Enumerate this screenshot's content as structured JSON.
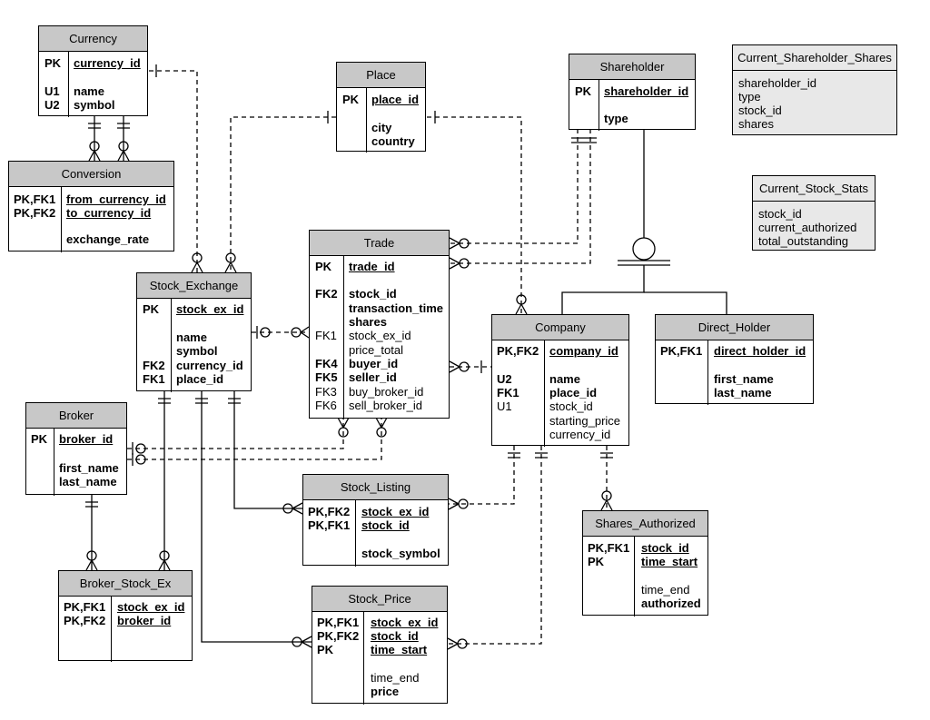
{
  "entities": {
    "currency": {
      "title": "Currency",
      "rows": [
        {
          "key": "PK",
          "name": "currency_id"
        },
        {
          "key": "U1",
          "name": "name"
        },
        {
          "key": "U2",
          "name": "symbol"
        }
      ]
    },
    "conversion": {
      "title": "Conversion",
      "rows": [
        {
          "key": "PK,FK1",
          "name": "from_currency_id"
        },
        {
          "key": "PK,FK2",
          "name": "to_currency_id"
        },
        {
          "key": "",
          "name": "exchange_rate"
        }
      ]
    },
    "place": {
      "title": "Place",
      "rows": [
        {
          "key": "PK",
          "name": "place_id"
        },
        {
          "key": "",
          "name": "city"
        },
        {
          "key": "",
          "name": "country"
        }
      ]
    },
    "shareholder": {
      "title": "Shareholder",
      "rows": [
        {
          "key": "PK",
          "name": "shareholder_id"
        },
        {
          "key": "",
          "name": "type"
        }
      ]
    },
    "trade": {
      "title": "Trade",
      "rows": [
        {
          "key": "PK",
          "name": "trade_id"
        },
        {
          "key": "FK2",
          "name": "stock_id"
        },
        {
          "key": "",
          "name": "transaction_time"
        },
        {
          "key": "",
          "name": "shares"
        },
        {
          "key": "FK1",
          "name": "stock_ex_id"
        },
        {
          "key": "",
          "name": "price_total"
        },
        {
          "key": "FK4",
          "name": "buyer_id"
        },
        {
          "key": "FK5",
          "name": "seller_id"
        },
        {
          "key": "FK3",
          "name": "buy_broker_id"
        },
        {
          "key": "FK6",
          "name": "sell_broker_id"
        }
      ]
    },
    "stock_exchange": {
      "title": "Stock_Exchange",
      "rows": [
        {
          "key": "PK",
          "name": "stock_ex_id"
        },
        {
          "key": "",
          "name": "name"
        },
        {
          "key": "",
          "name": "symbol"
        },
        {
          "key": "FK2",
          "name": "currency_id"
        },
        {
          "key": "FK1",
          "name": "place_id"
        }
      ]
    },
    "company": {
      "title": "Company",
      "rows": [
        {
          "key": "PK,FK2",
          "name": "company_id"
        },
        {
          "key": "U2",
          "name": "name"
        },
        {
          "key": "FK1",
          "name": "place_id"
        },
        {
          "key": "U1",
          "name": "stock_id"
        },
        {
          "key": "",
          "name": "starting_price"
        },
        {
          "key": "",
          "name": "currency_id"
        }
      ]
    },
    "direct_holder": {
      "title": "Direct_Holder",
      "rows": [
        {
          "key": "PK,FK1",
          "name": "direct_holder_id"
        },
        {
          "key": "",
          "name": "first_name"
        },
        {
          "key": "",
          "name": "last_name"
        }
      ]
    },
    "broker": {
      "title": "Broker",
      "rows": [
        {
          "key": "PK",
          "name": "broker_id"
        },
        {
          "key": "",
          "name": "first_name"
        },
        {
          "key": "",
          "name": "last_name"
        }
      ]
    },
    "stock_listing": {
      "title": "Stock_Listing",
      "rows": [
        {
          "key": "PK,FK2",
          "name": "stock_ex_id"
        },
        {
          "key": "PK,FK1",
          "name": "stock_id"
        },
        {
          "key": "",
          "name": "stock_symbol"
        }
      ]
    },
    "shares_authorized": {
      "title": "Shares_Authorized",
      "rows": [
        {
          "key": "PK,FK1",
          "name": "stock_id"
        },
        {
          "key": "PK",
          "name": "time_start"
        },
        {
          "key": "",
          "name": "time_end"
        },
        {
          "key": "",
          "name": "authorized"
        }
      ]
    },
    "broker_stock_ex": {
      "title": "Broker_Stock_Ex",
      "rows": [
        {
          "key": "PK,FK1",
          "name": "stock_ex_id"
        },
        {
          "key": "PK,FK2",
          "name": "broker_id"
        }
      ]
    },
    "stock_price": {
      "title": "Stock_Price",
      "rows": [
        {
          "key": "PK,FK1",
          "name": "stock_ex_id"
        },
        {
          "key": "PK,FK2",
          "name": "stock_id"
        },
        {
          "key": "PK",
          "name": "time_start"
        },
        {
          "key": "",
          "name": "time_end"
        },
        {
          "key": "",
          "name": "price"
        }
      ]
    },
    "current_shareholder_shares": {
      "title": "Current_Shareholder_Shares",
      "rows": [
        "shareholder_id",
        "type",
        "stock_id",
        "shares"
      ]
    },
    "current_stock_stats": {
      "title": "Current_Stock_Stats",
      "rows": [
        "stock_id",
        "current_authorized",
        "total_outstanding"
      ]
    }
  }
}
